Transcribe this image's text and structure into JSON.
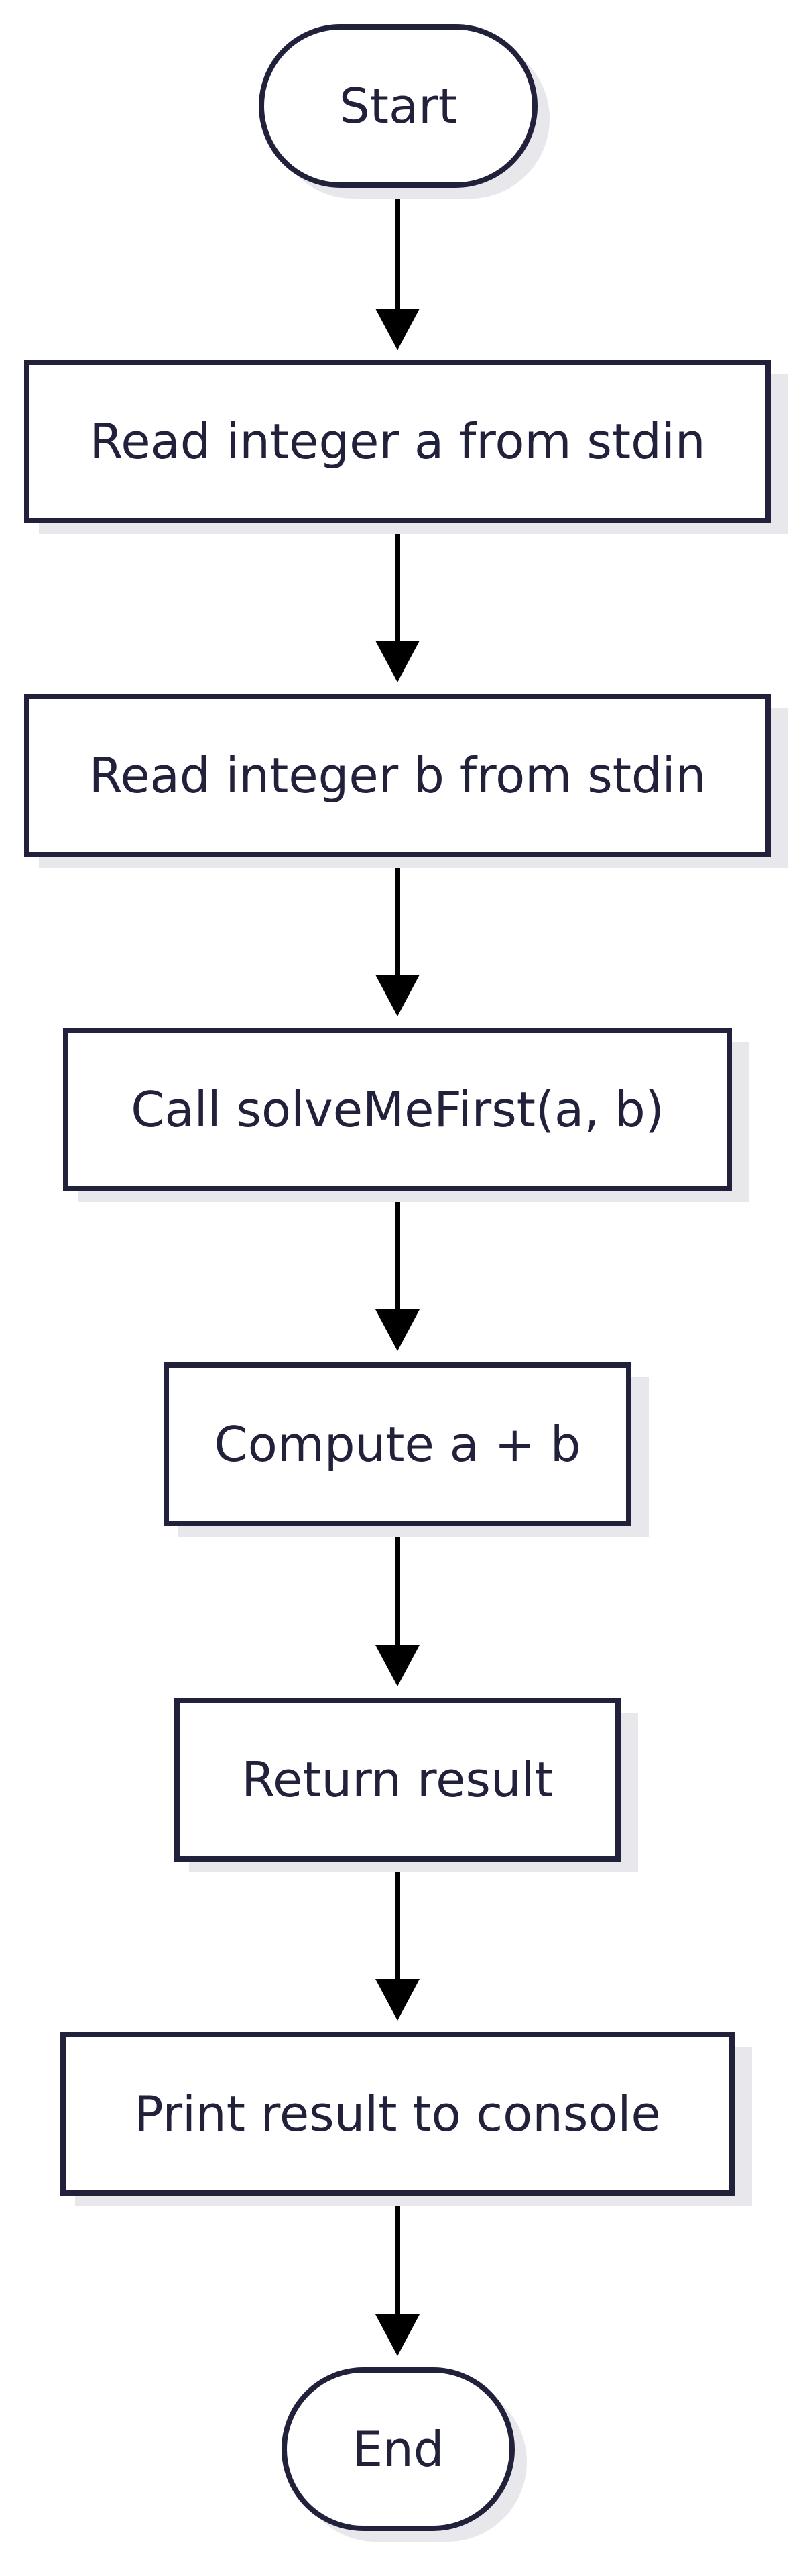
{
  "colors": {
    "stroke": "#22213b",
    "text": "#22213b",
    "arrow": "#000000",
    "shadow": "#e8e8ec",
    "fill": "#ffffff",
    "background": "#ffffff"
  },
  "nodes": [
    {
      "id": "start",
      "shape": "terminal",
      "label": "Start"
    },
    {
      "id": "read-a",
      "shape": "process",
      "label": "Read integer a from stdin"
    },
    {
      "id": "read-b",
      "shape": "process",
      "label": "Read integer b from stdin"
    },
    {
      "id": "call",
      "shape": "process",
      "label": "Call solveMeFirst(a, b)"
    },
    {
      "id": "compute",
      "shape": "process",
      "label": "Compute a + b"
    },
    {
      "id": "return",
      "shape": "process",
      "label": "Return result"
    },
    {
      "id": "print",
      "shape": "process",
      "label": "Print result to console"
    },
    {
      "id": "end",
      "shape": "terminal",
      "label": "End"
    }
  ],
  "edges": [
    {
      "from": "start",
      "to": "read-a"
    },
    {
      "from": "read-a",
      "to": "read-b"
    },
    {
      "from": "read-b",
      "to": "call"
    },
    {
      "from": "call",
      "to": "compute"
    },
    {
      "from": "compute",
      "to": "return"
    },
    {
      "from": "return",
      "to": "print"
    },
    {
      "from": "print",
      "to": "end"
    }
  ]
}
